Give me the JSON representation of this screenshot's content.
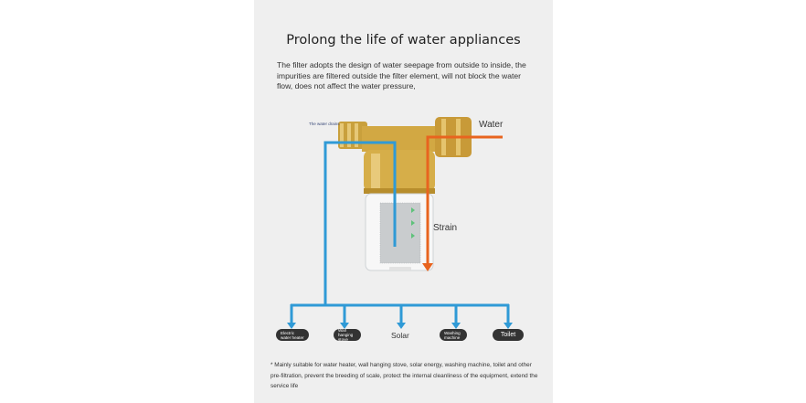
{
  "title": "Prolong the life of water appliances",
  "description": "The filter adopts the design of water seepage from outside to inside, the impurities are filtered outside the filter element, will not block the water flow, does not affect the water pressure,",
  "labels": {
    "water_drains": "The water drains",
    "water": "Water",
    "strain": "Strain"
  },
  "outlets": [
    {
      "label": "Electric water heater"
    },
    {
      "label": "Wall hanging stove"
    },
    {
      "label": "Solar"
    },
    {
      "label": "Washing machine"
    },
    {
      "label": "Toilet"
    }
  ],
  "footnote": "* Mainly suitable for water heater, wall hanging stove, solar energy, washing machine, toilet and other pre-filtration, prevent the breeding of scale, protect the internal cleanliness of the equipment, extend the service life",
  "colors": {
    "outflow": "#2f9ad6",
    "inflow": "#e8641f",
    "brass": "#d4ad4a"
  }
}
